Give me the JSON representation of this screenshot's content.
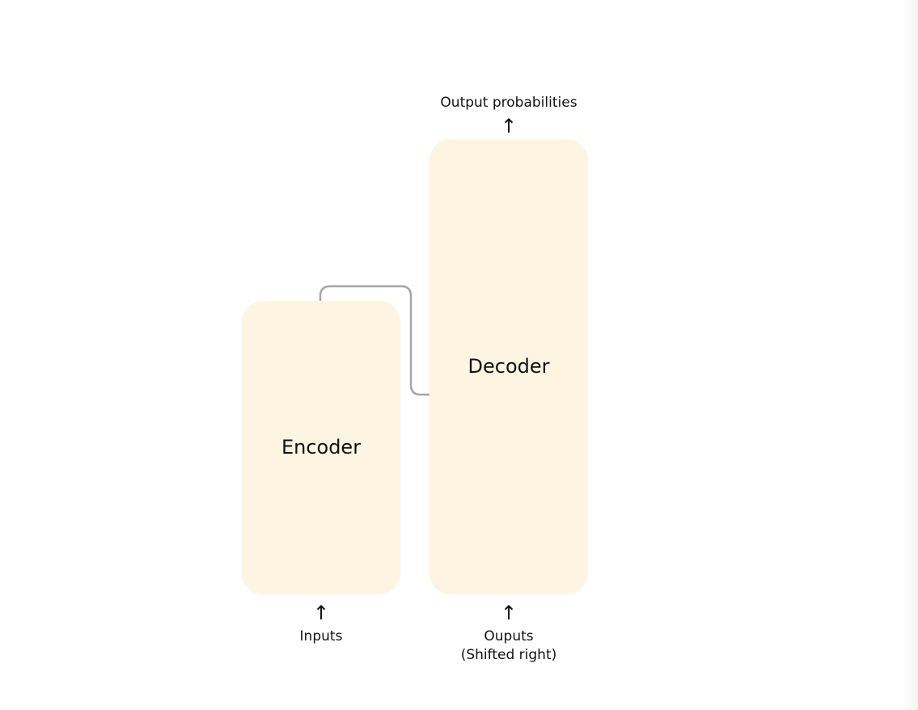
{
  "diagram": {
    "encoder": {
      "label": "Encoder",
      "input_label": "Inputs",
      "input_arrow": "↑"
    },
    "decoder": {
      "label": "Decoder",
      "output_label": "Output probabilities",
      "output_arrow": "↑",
      "input_label_line1": "Ouputs",
      "input_label_line2": "(Shifted right)",
      "input_arrow": "↑"
    },
    "colors": {
      "block_fill": "#fdf5e1",
      "connector": "#a6a6a6",
      "text": "#111111"
    }
  }
}
